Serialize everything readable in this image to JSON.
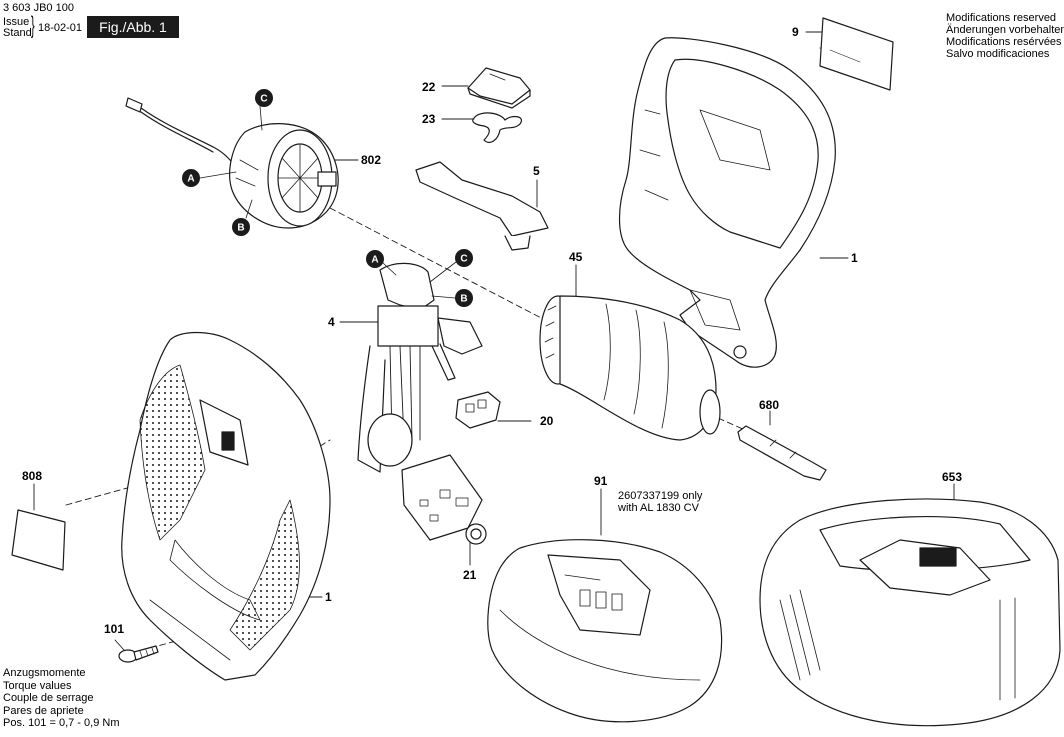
{
  "header": {
    "doc_number": "3 603 JB0 100",
    "issue_label": "Issue",
    "stand_label": "Stand",
    "date": "18-02-01",
    "figure": "Fig./Abb. 1"
  },
  "modifications": [
    "Modifications reserved",
    "Änderungen vorbehalten",
    "Modifications resérvées",
    "Salvo modificaciones"
  ],
  "part_labels": {
    "p9": "9",
    "p22": "22",
    "p23": "23",
    "p5": "5",
    "p802": "802",
    "p1_top": "1",
    "p45": "45",
    "p4": "4",
    "p20": "20",
    "p680": "680",
    "p808": "808",
    "p91": "91",
    "p653": "653",
    "p21": "21",
    "p1_bottom": "1",
    "p101": "101"
  },
  "callouts": {
    "a1": "A",
    "b1": "B",
    "c1": "C",
    "a2": "A",
    "b2": "B",
    "c2": "C"
  },
  "charger_note": [
    "2607337199 only",
    "with AL 1830 CV"
  ],
  "torque": [
    "Anzugsmomente",
    "Torque values",
    "Couple de serrage",
    "Pares de apriete",
    "Pos. 101 = 0,7  -  0,9 Nm"
  ]
}
